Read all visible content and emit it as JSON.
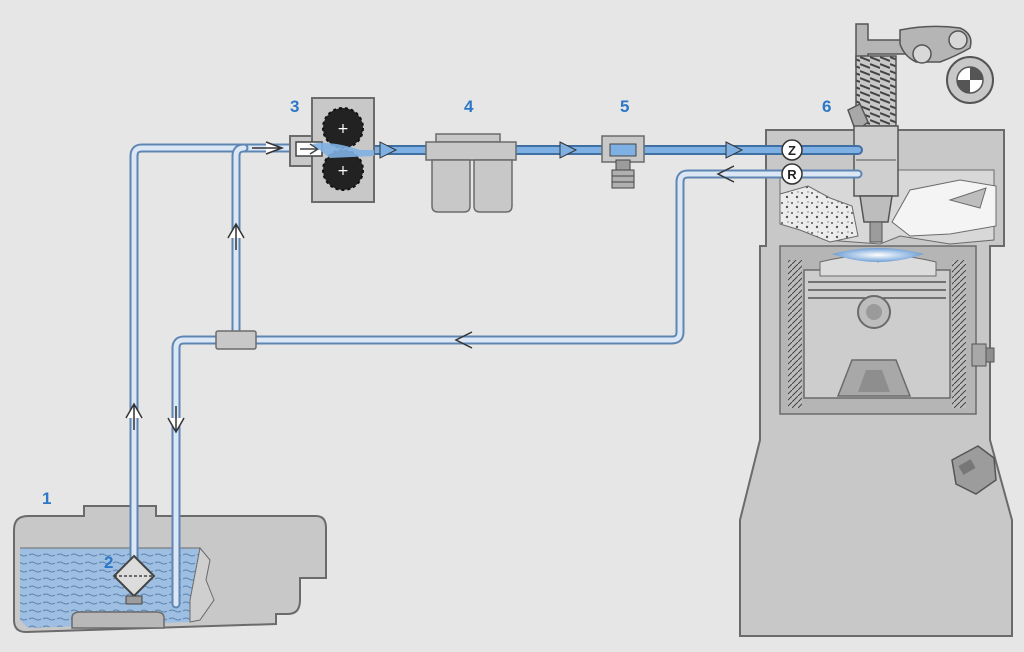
{
  "colors": {
    "background": "#e6e6e6",
    "component_gray": "#c8c8c8",
    "outline": "#6b6b6b",
    "fuel_line": "#a9c3df",
    "fuel_line_edge": "#5f86b3",
    "fuel_line_pressurized": "#5f97d2",
    "fuel": "#9ebfe2",
    "label_blue": "#2d77c6"
  },
  "labels": {
    "tank": "1",
    "prefilter": "2",
    "pump": "3",
    "filter": "4",
    "valve": "5",
    "injector": "6"
  },
  "ports": {
    "supply": "Z",
    "return": "R"
  },
  "icons": {
    "arrow": "arrow-icon",
    "gear": "gear-icon"
  }
}
